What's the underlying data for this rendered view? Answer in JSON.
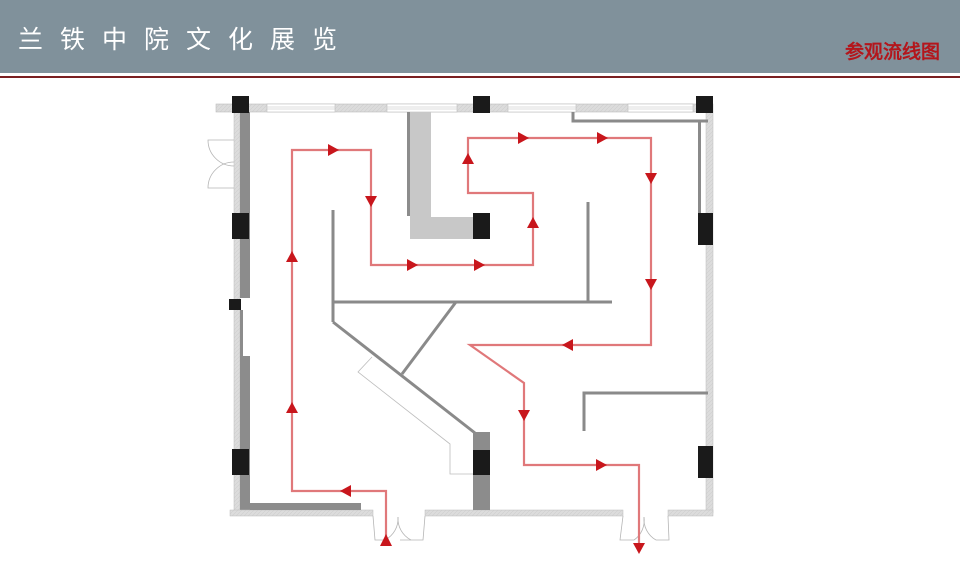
{
  "header": {
    "title": "兰铁中院文化展览",
    "subtitle": "参观流线图"
  },
  "colors": {
    "header_bg": "#80919b",
    "title_text": "#ffffff",
    "subtitle_text": "#b3161c",
    "divider": "#7a1f22",
    "route_line": "#e0787a",
    "route_arrow": "#c8161c",
    "column": "#1a1a1a",
    "wall_dark": "#8c8c8c",
    "wall_light": "#d9d9d9",
    "partition": "#8a8a8a"
  },
  "diagram": {
    "type": "floor-plan visitor route",
    "legend": "参观流线图",
    "entrance": "bottom-left door",
    "exit": "bottom-right door"
  }
}
